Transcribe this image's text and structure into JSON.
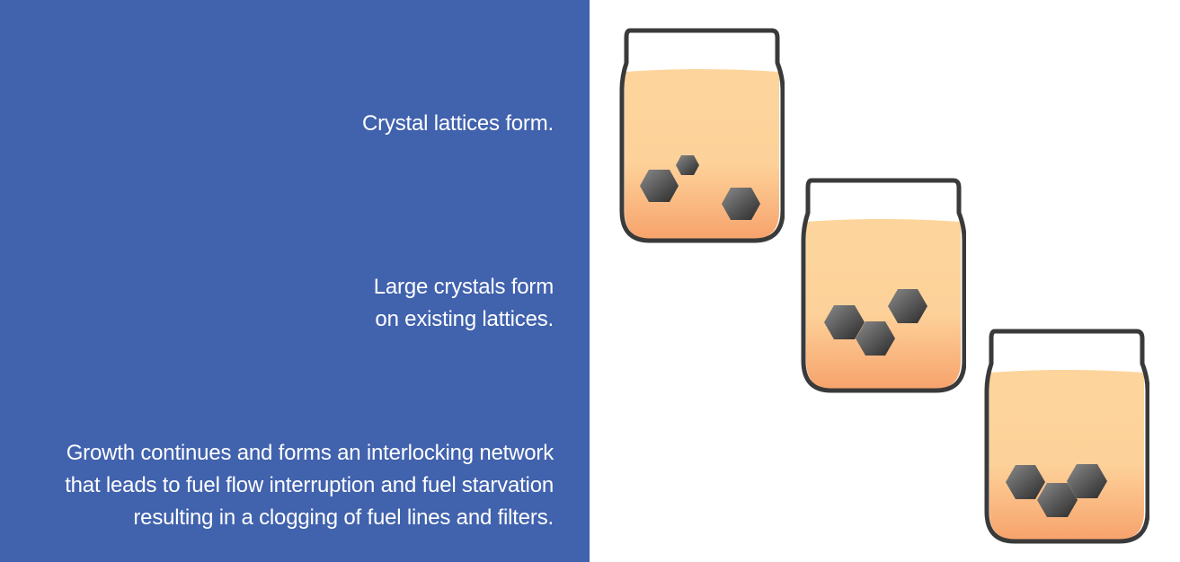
{
  "captions": {
    "stage1": [
      "Crystal lattices form."
    ],
    "stage2": [
      "Large crystals form",
      "on existing lattices."
    ],
    "stage3": [
      "Growth continues and forms an interlocking network",
      "that leads to fuel flow interruption and fuel starvation",
      "resulting in a clogging of fuel lines and filters."
    ]
  },
  "colors": {
    "panel": "#4162ad",
    "caption_text": "#ffffff",
    "jar_outline": "#3a3a3a",
    "fuel_top": "#fdd59c",
    "fuel_bottom": "#f7a36c",
    "crystal_light": "#8a8a8a",
    "crystal_dark": "#2a2a2a"
  },
  "jars": [
    {
      "name": "stage-1-jar",
      "crystal_count": 3
    },
    {
      "name": "stage-2-jar",
      "crystal_count": 3
    },
    {
      "name": "stage-3-jar",
      "crystal_count": 3
    }
  ]
}
